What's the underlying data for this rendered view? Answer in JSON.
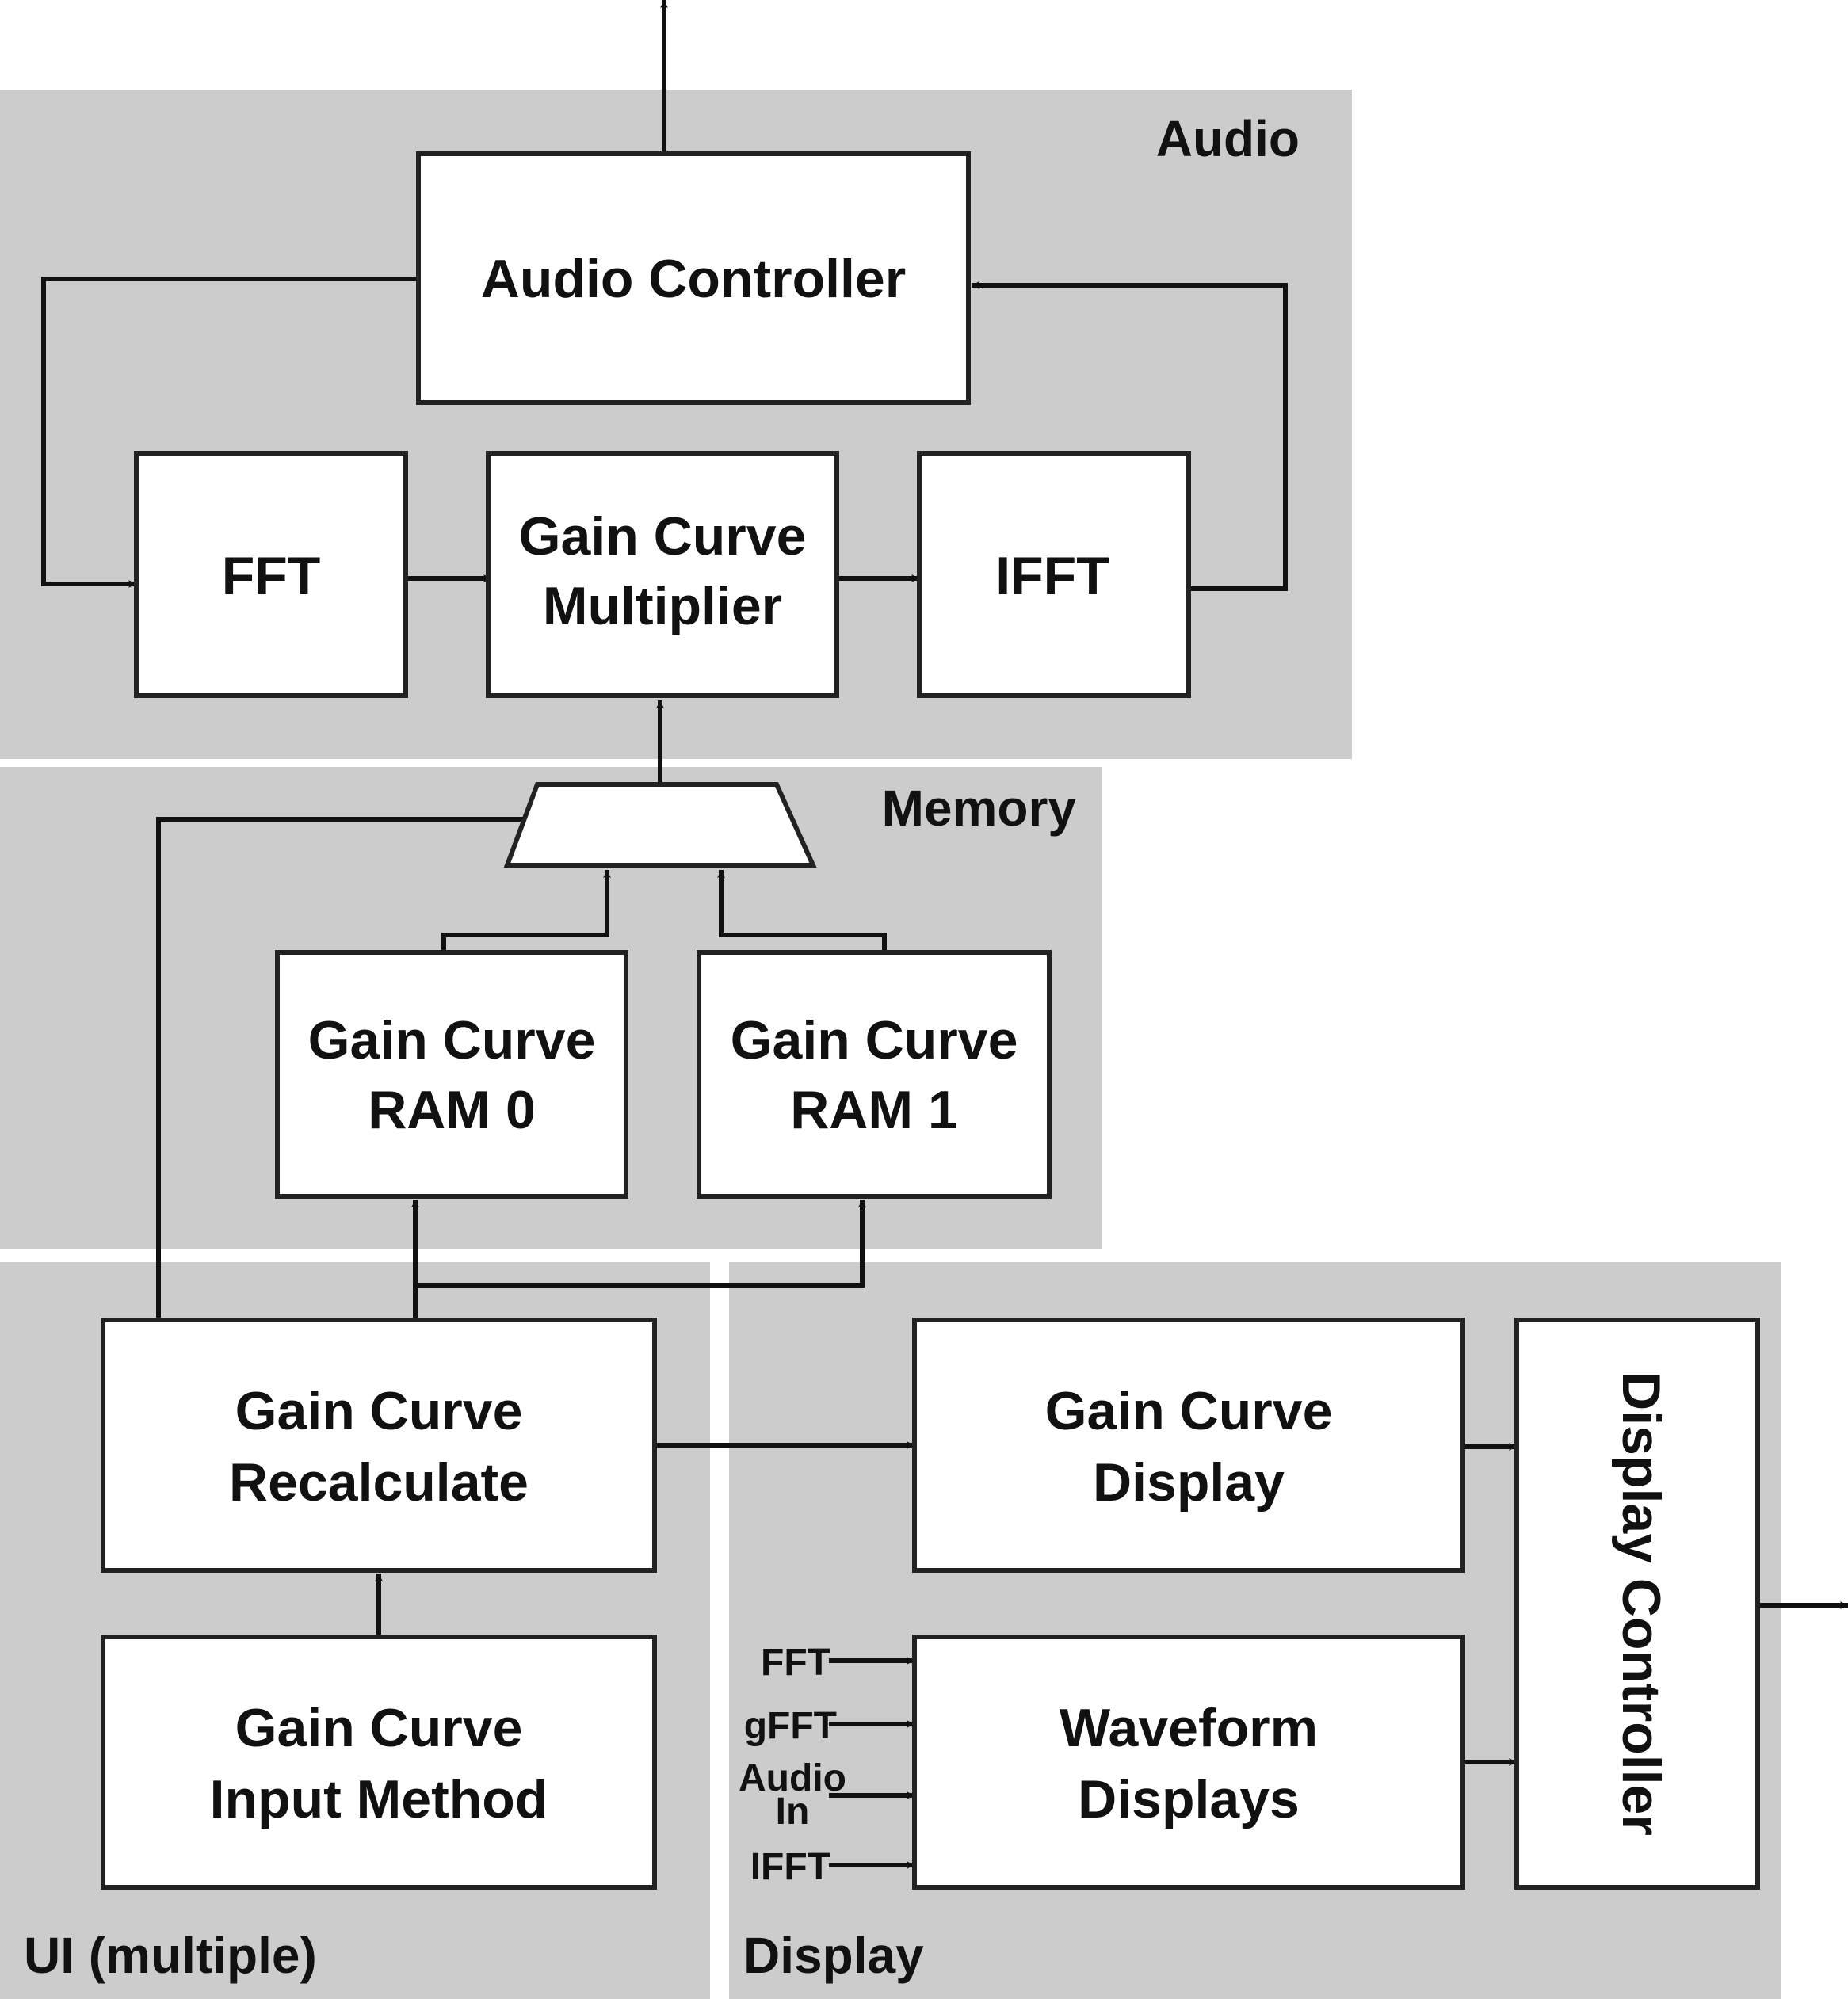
{
  "regions": {
    "audio": "Audio",
    "memory": "Memory",
    "ui": "UI (multiple)",
    "display": "Display"
  },
  "blocks": {
    "audio_controller": [
      "Audio Controller"
    ],
    "fft": [
      "FFT"
    ],
    "gain_curve_multiplier": [
      "Gain Curve",
      "Multiplier"
    ],
    "ifft": [
      "IFFT"
    ],
    "gain_curve_ram0": [
      "Gain Curve",
      "RAM 0"
    ],
    "gain_curve_ram1": [
      "Gain Curve",
      "RAM 1"
    ],
    "gain_curve_recalculate": [
      "Gain Curve",
      "Recalculate"
    ],
    "gain_curve_input_method": [
      "Gain Curve",
      "Input Method"
    ],
    "gain_curve_display": [
      "Gain Curve",
      "Display"
    ],
    "waveform_displays": [
      "Waveform",
      "Displays"
    ],
    "display_controller": [
      "Display Controller"
    ]
  },
  "waveform_inputs": {
    "fft": "FFT",
    "gfft": "gFFT",
    "audio_in": [
      "Audio",
      "In"
    ],
    "ifft": "IFFT"
  }
}
